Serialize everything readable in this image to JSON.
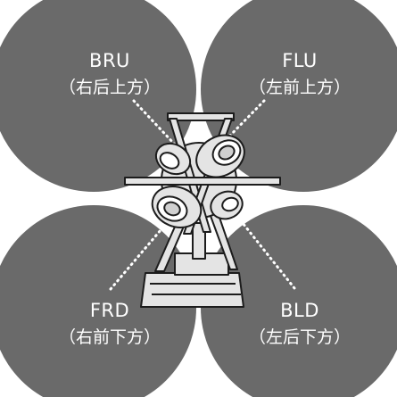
{
  "zones": [
    {
      "id": "BRU",
      "code": "BRU",
      "desc": "（右后上方）"
    },
    {
      "id": "FLU",
      "code": "FLU",
      "desc": "（左前上方）"
    },
    {
      "id": "FRD",
      "code": "FRD",
      "desc": "（右前下方）"
    },
    {
      "id": "BLD",
      "code": "BLD",
      "desc": "（左后下方）"
    }
  ],
  "colors": {
    "circle_fill": "#6a6a6a",
    "overlap": "#1f1f1f",
    "device_light": "#e4e4e4",
    "device_line": "#1c1c1c",
    "label": "#ffffff"
  },
  "icons": [
    "four-mic-array-device-illustration"
  ]
}
